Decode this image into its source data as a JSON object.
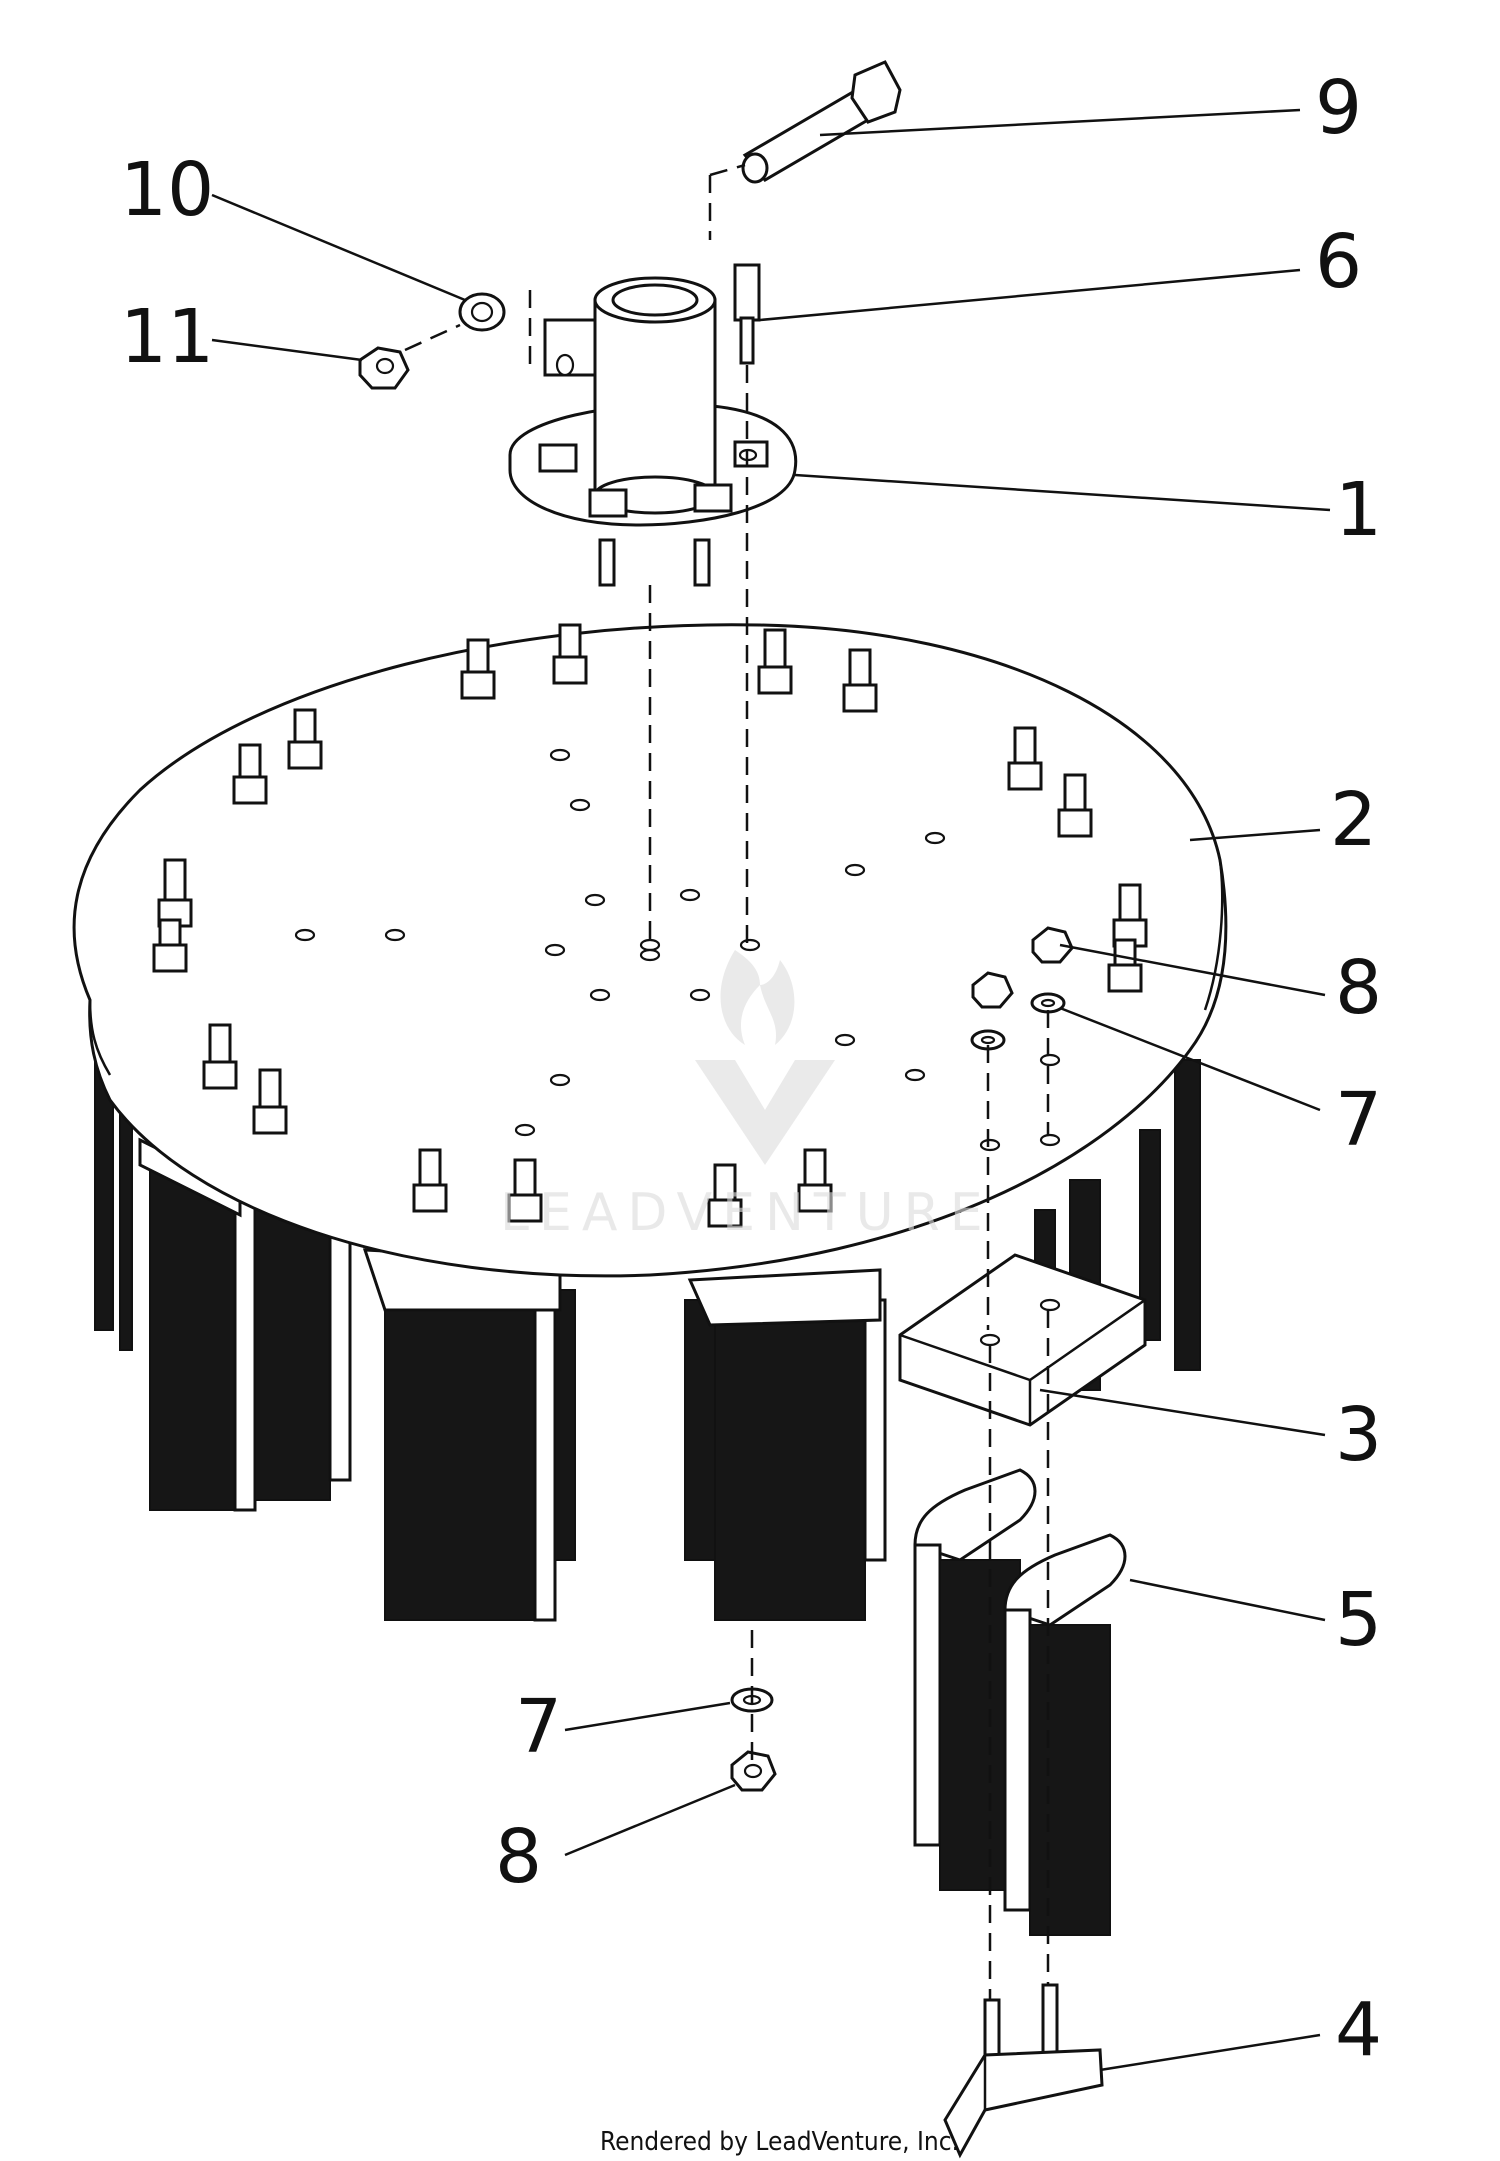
{
  "callouts": {
    "c1": "1",
    "c2": "2",
    "c3": "3",
    "c4": "4",
    "c5": "5",
    "c6": "6",
    "c7a": "7",
    "c7b": "7",
    "c8a": "8",
    "c8b": "8",
    "c9": "9",
    "c10": "10",
    "c11": "11"
  },
  "watermark": "LEADVENTURE",
  "credit": "Rendered by LeadVenture, Inc."
}
